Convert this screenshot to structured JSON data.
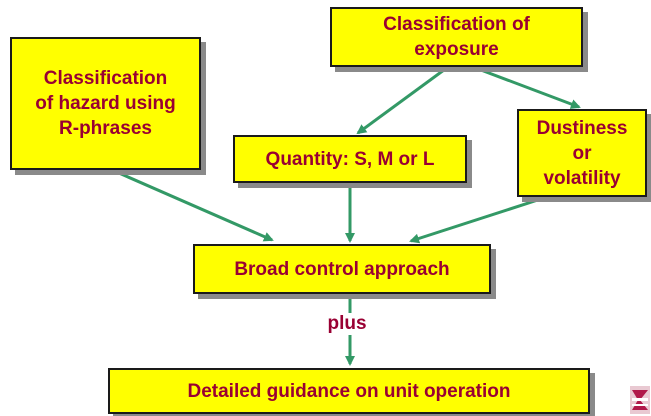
{
  "boxes": {
    "hazard": {
      "lines": [
        "Classification",
        "of hazard using",
        "R-phrases"
      ]
    },
    "exposure": {
      "lines": [
        "Classification of",
        "exposure"
      ]
    },
    "quantity": {
      "lines": [
        "Quantity: S, M or L"
      ]
    },
    "dustiness": {
      "lines": [
        "Dustiness",
        "or",
        "volatility"
      ]
    },
    "broad": {
      "lines": [
        "Broad control approach"
      ]
    },
    "detailed": {
      "lines": [
        "Detailed guidance on unit operation"
      ]
    }
  },
  "connector_label": "plus",
  "colors": {
    "box_fill": "#ffff00",
    "box_text": "#990033",
    "arrow": "#339966",
    "shadow": "#8a8a8a"
  },
  "icons": {
    "corner": "logo-icon"
  }
}
